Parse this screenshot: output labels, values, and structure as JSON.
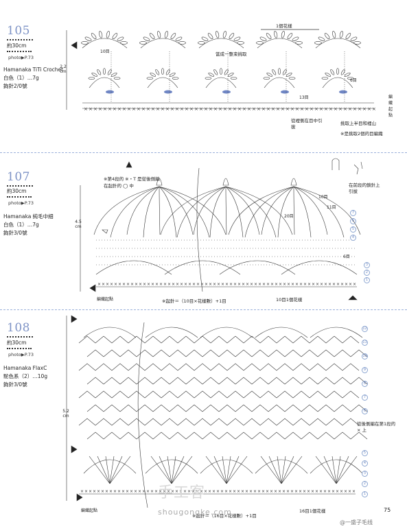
{
  "page_number": "75",
  "watermark": {
    "main": "手工客",
    "url": "shougongke.com",
    "credit": "@一盛子毛线"
  },
  "patterns": [
    {
      "number": "105",
      "width": "約30cm",
      "photo": "photo▶P.73",
      "yarn": "Hamanaka TiTi Crochet",
      "color": "白色（1）…7g",
      "hook": "鉤針2/0號",
      "height": "2.2 cm",
      "notes": {
        "repeat": "1個花樣",
        "ten": "10目",
        "pick_bundle": "當成一整束挑取",
        "six": "6目",
        "thirteen": "13目",
        "start": "編織起點",
        "pull_through": "從裡側在目中引拔",
        "pick_loops": "挑取上半目和裡山",
        "two_loops": "※是挑取2個的目編織"
      }
    },
    {
      "number": "107",
      "width": "約30cm",
      "photo": "photo▶P.73",
      "yarn": "Hamanaka 純毛中細",
      "color": "白色（1）…7g",
      "hook": "鉤針3/0號",
      "height": "4.5 cm",
      "notes": {
        "round4": "※第4段的 ※・T 是從後側編在起針的 ◯ 中",
        "ten": "10目",
        "eleven": "11目",
        "twenty": "20目",
        "six": "6目",
        "stitch_on_prev": "在前段的鎖針上引拔",
        "start": "編織起點",
        "formula": "※起針＝（10目×花樣數）+1目",
        "repeat": "10目1個花樣"
      },
      "rows": [
        "7",
        "6",
        "5",
        "4",
        "3",
        "2",
        "1"
      ]
    },
    {
      "number": "108",
      "width": "約30cm",
      "photo": "photo▶P.73",
      "yarn": "Hamanaka FlaxC",
      "color": "駝色系（2）…10g",
      "hook": "鉤針3/0號",
      "height": "5.2 cm",
      "notes": {
        "back_side": "從後側編在第1段的 × 上",
        "start": "編織起點",
        "formula": "※起針＝（16目×花樣數）+1目",
        "repeat": "16目1個花樣"
      },
      "rows": [
        "12",
        "11",
        "10",
        "9",
        "8",
        "7",
        "6",
        "5",
        "4",
        "3",
        "2",
        "1"
      ]
    }
  ]
}
